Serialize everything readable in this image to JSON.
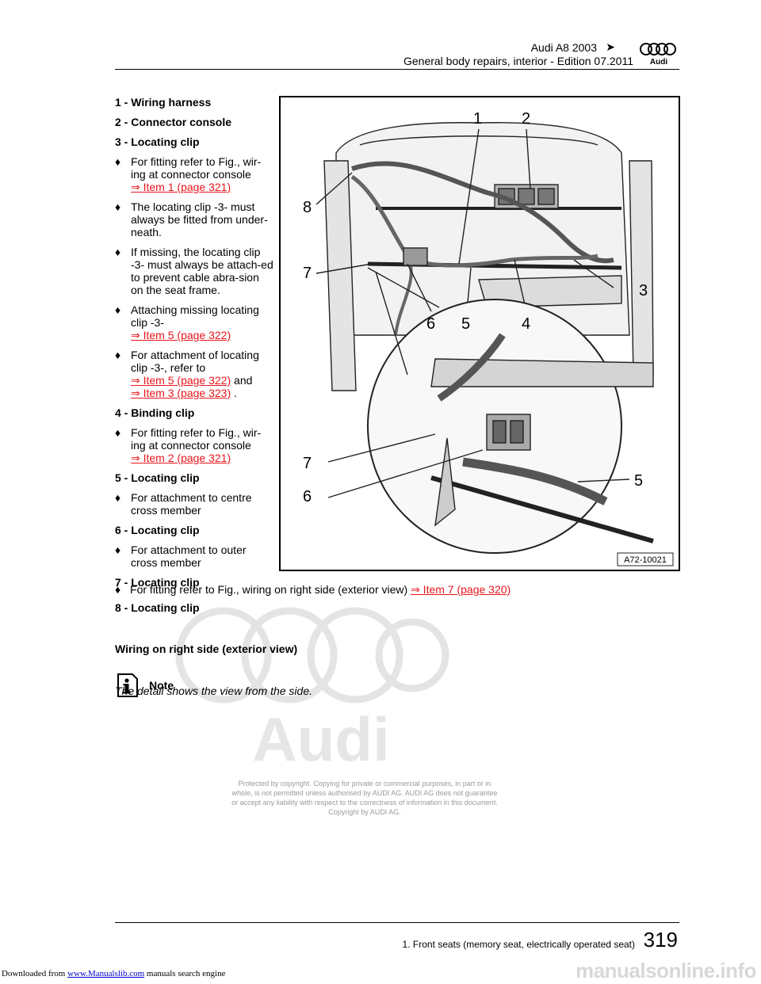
{
  "header": {
    "model": "Audi A8 2003",
    "arrow": "➤",
    "edition": "General body repairs, interior - Edition 07.2011"
  },
  "items": [
    {
      "heading": "1 - Wiring harness"
    },
    {
      "heading": "2 - Connector console"
    },
    {
      "heading": "3 - Locating clip",
      "b1": "For fitting refer to Fig., wir-ing at connector console",
      "b1_link": "⇒ Item 1 (page 321)",
      "b2": "The locating clip -3- must always be fitted from under-neath.",
      "b3": "If missing, the locating clip -3- must always be attach-ed to prevent cable abra-sion on the seat frame.",
      "b4": "Attaching missing locating clip -3-",
      "b4_link": "⇒ Item 5 (page 322)",
      "b5": "For attachment of locating clip -3-, refer to",
      "b5_link1": "⇒ Item 5 (page 322)",
      "b5_and": "and",
      "b5_link2": "⇒ Item 3 (page 323)",
      "b5_end": "."
    },
    {
      "heading": "4 - Binding clip",
      "b1": "For fitting refer to Fig., wir-ing at connector console",
      "b1_link": "⇒ Item 2 (page 321)"
    },
    {
      "heading": "5 - Locating clip",
      "b1": "For attachment to centre cross member"
    },
    {
      "heading": "6 - Locating clip",
      "b1": "For attachment to outer cross member"
    },
    {
      "heading": "7 - Locating clip",
      "b1": "For fitting refer to Fig., wiring on right side (exterior view)",
      "b1_link": "⇒ Item 7 (page 320)"
    },
    {
      "heading": "8 - Locating clip"
    }
  ],
  "bullet_glyph": "♦",
  "section_title": "Wiring on right side (exterior view)",
  "note": {
    "label": "Note",
    "text": "The detail shows the view from the side."
  },
  "figure": {
    "code": "A72-10021",
    "callouts": [
      "1",
      "2",
      "3",
      "4",
      "5",
      "6",
      "7",
      "8"
    ],
    "detail_callouts": [
      "7",
      "6",
      "5"
    ]
  },
  "copyright": "Protected by copyright. Copying for private or commercial purposes, in part or in whole, is not permitted unless authorised by AUDI AG. AUDI AG does not guarantee or accept any liability with respect to the correctness of information in this document. Copyright by AUDI AG.",
  "footer": {
    "section": "1. Front seats (memory seat, electrically operated seat)",
    "page": "319"
  },
  "banner": {
    "prefix": "Downloaded from",
    "link": "www.Manualslib.com",
    "suffix": "manuals search engine"
  },
  "watermark": "manualsonline.info",
  "colors": {
    "link": "#e8161c",
    "watermark": "#d8d8d8"
  }
}
